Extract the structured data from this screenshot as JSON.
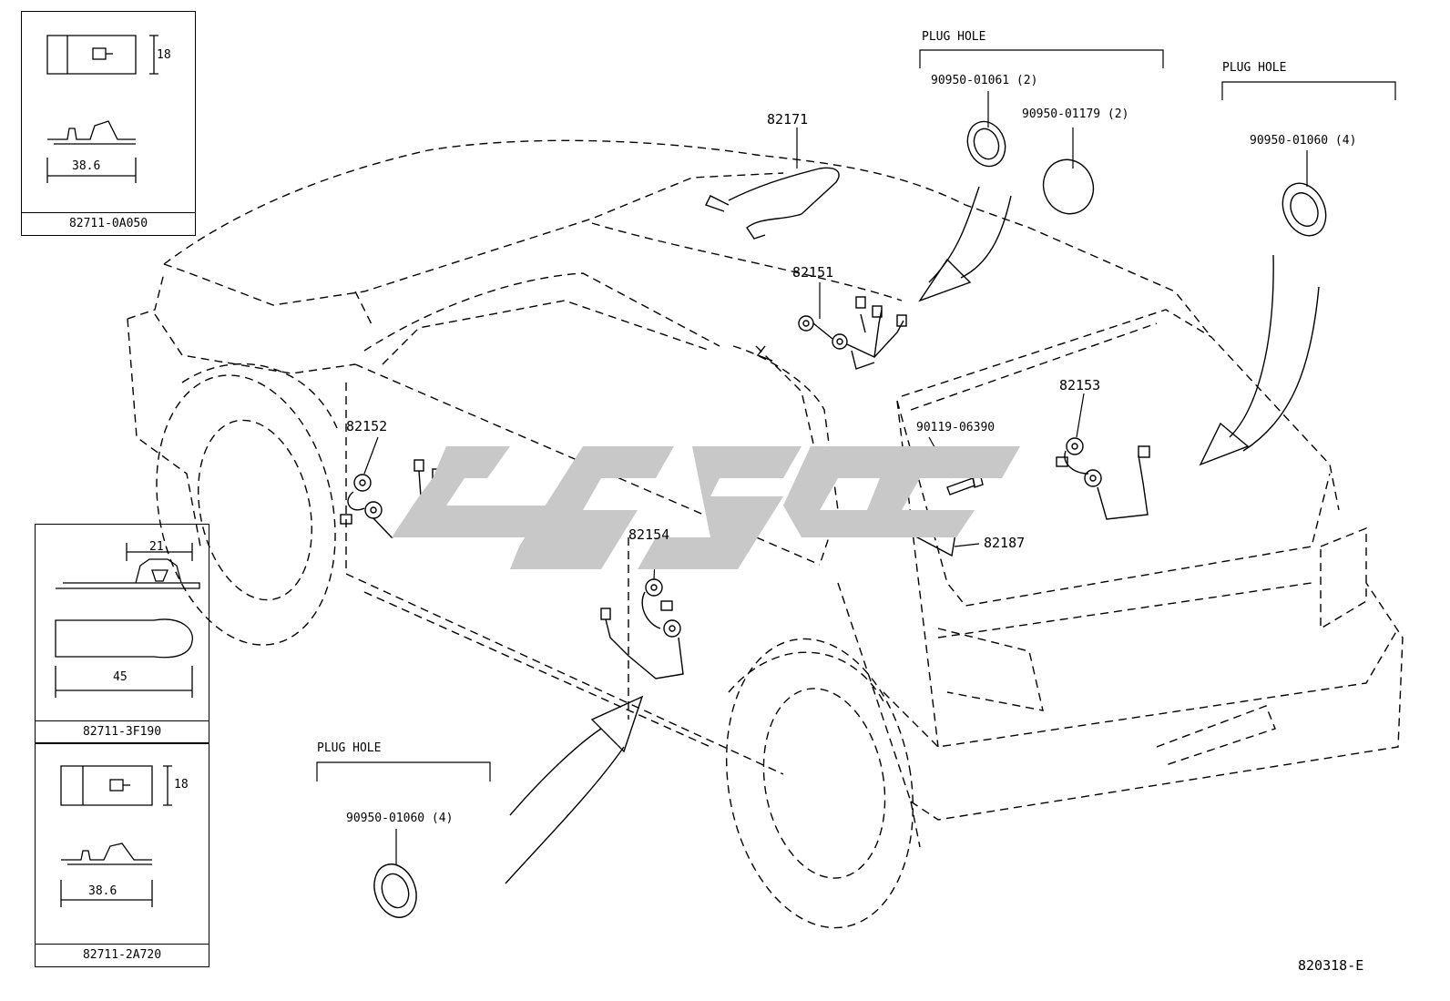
{
  "diagram": {
    "ref_code": "820318-E",
    "parts": {
      "p82171": "82171",
      "p82151": "82151",
      "p82152": "82152",
      "p82153": "82153",
      "p82154": "82154",
      "p82187": "82187",
      "bolt": "90119-06390"
    },
    "plug_holes": {
      "top_center": {
        "title": "PLUG HOLE",
        "items": [
          "90950-01061 (2)",
          "90950-01179 (2)"
        ]
      },
      "top_right": {
        "title": "PLUG HOLE",
        "items": [
          "90950-01060 (4)"
        ]
      },
      "bottom_left": {
        "title": "PLUG HOLE",
        "items": [
          "90950-01060 (4)"
        ]
      }
    },
    "insets": [
      {
        "part_no": "82711-0A050",
        "dim_height": "18",
        "dim_width": "38.6"
      },
      {
        "part_no": "82711-3F190",
        "dim_top": "21",
        "dim_width": "45"
      },
      {
        "part_no": "82711-2A720",
        "dim_height": "18",
        "dim_width": "38.6"
      }
    ],
    "colors": {
      "line": "#000000",
      "watermark": "#c8c8c8",
      "background": "#ffffff"
    }
  }
}
